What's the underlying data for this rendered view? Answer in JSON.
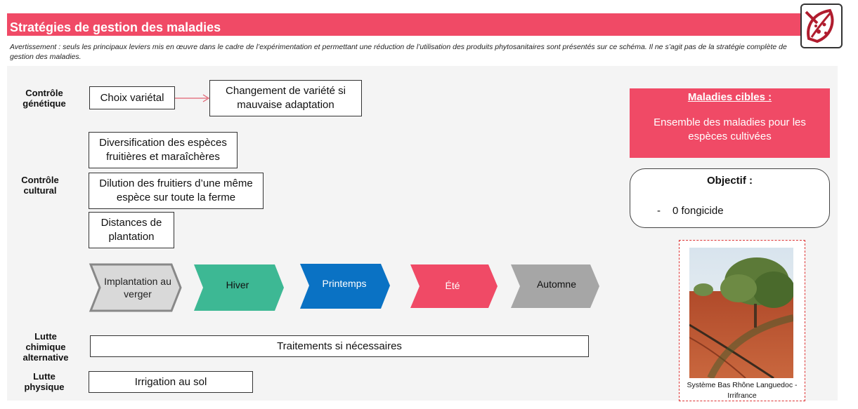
{
  "header": {
    "title": "Stratégies de gestion des maladies",
    "warning": "Avertissement : seuls les principaux leviers mis en œuvre dans le cadre de l’expérimentation et permettant une réduction de l’utilisation des produits phytosanitaires sont présentés sur ce schéma. Il ne s’agit pas de la stratégie complète de gestion des maladies."
  },
  "rows": {
    "genetic": "Contrôle génétique",
    "cultural": "Contrôle cultural",
    "chemical": "Lutte chimique alternative",
    "physical": "Lutte physique"
  },
  "boxes": {
    "variety_choice": "Choix variétal",
    "variety_change": "Changement de variété si mauvaise adaptation",
    "diversification": "Diversification des espèces fruitières et maraîchères",
    "dilution": "Dilution des fruitiers d’une même espèce sur toute la ferme",
    "distances": "Distances de plantation",
    "treatments": "Traitements si nécessaires",
    "irrigation": "Irrigation au sol"
  },
  "seasons": [
    {
      "label": "Implantation au verger",
      "color": "#d9d9d9"
    },
    {
      "label": "Hiver",
      "color": "#3db894"
    },
    {
      "label": "Printemps",
      "color": "#0a72c4"
    },
    {
      "label": "Été",
      "color": "#f04a66"
    },
    {
      "label": "Automne",
      "color": "#a6a6a6"
    }
  ],
  "targets": {
    "title": "Maladies cibles :",
    "text": "Ensemble des maladies pour les espèces cultivées"
  },
  "objective": {
    "title": "Objectif :",
    "dash": "-",
    "item": "0 fongicide"
  },
  "photo": {
    "caption": "Système Bas Rhône Languedoc - Irrifrance"
  },
  "colors": {
    "accent": "#f04a66",
    "panel": "#f4f4f4"
  }
}
